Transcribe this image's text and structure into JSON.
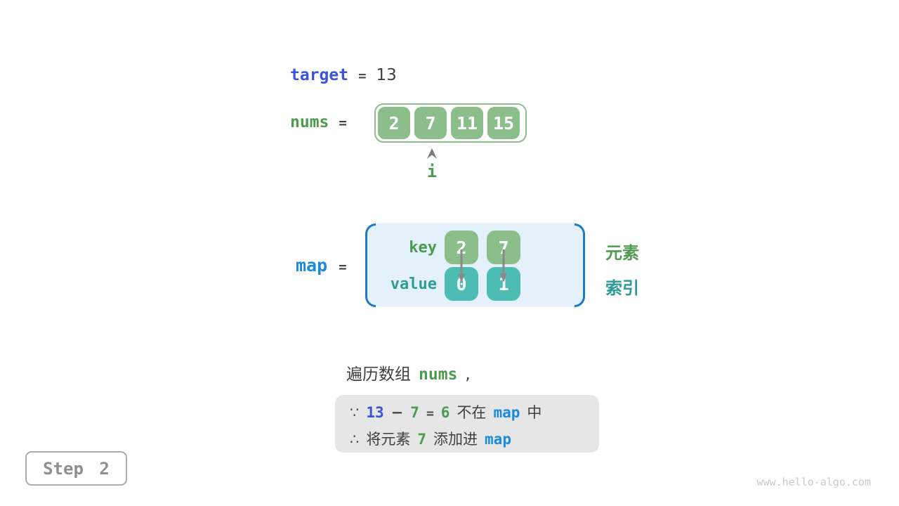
{
  "colors": {
    "royal_blue": "#3b54d9",
    "azure_blue": "#1c8bdb",
    "bracket_blue": "#1e7ac8",
    "green_text": "#4e9b4e",
    "teal_text": "#2e9c94",
    "green_cell": "#8bbe8b",
    "teal_cell": "#4dbcb3",
    "map_background": "#e4f1fb",
    "note_background": "#e6e6e6",
    "arrow_gray": "#8a8a8a",
    "dark_text": "#3f3f3f"
  },
  "target_row": {
    "name": "target",
    "op": "=",
    "value": "13"
  },
  "nums_row": {
    "name": "nums",
    "op": "=",
    "cells": [
      "2",
      "7",
      "11",
      "15"
    ],
    "pointer_icon": "up-arrowhead",
    "pointer_label": "i",
    "pointer_index": 1
  },
  "map_row": {
    "name": "map",
    "op": "=",
    "key_label": "key",
    "value_label": "value",
    "keys": [
      "2",
      "7"
    ],
    "values": [
      "0",
      "1"
    ],
    "key_to_value_icon": "down-arrow",
    "element_label": "元素",
    "index_label": "索引"
  },
  "caption": {
    "text": "遍历数组",
    "code": "nums",
    "comma": ","
  },
  "note_box": {
    "line1": {
      "because": "∵",
      "minuend": "13",
      "minus": "−",
      "subtrahend": "7",
      "equals": "=",
      "difference": "6",
      "not_in": "不在",
      "map": "map",
      "suffix": "中"
    },
    "line2": {
      "therefore": "∴",
      "prefix": "将元素",
      "element": "7",
      "action": "添加进",
      "map": "map"
    }
  },
  "step_badge": {
    "label": "Step 2"
  },
  "watermark": "www.hello-algo.com"
}
